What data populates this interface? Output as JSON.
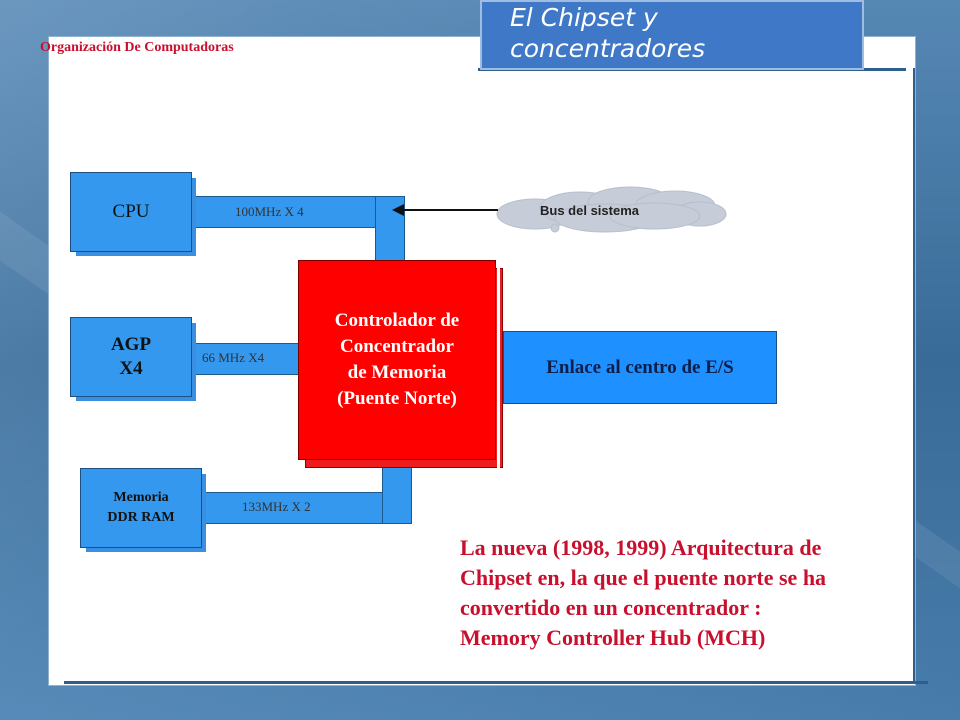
{
  "header": {
    "course": "Organización De Computadoras",
    "title": "El Chipset y\nconcentradores"
  },
  "diagram": {
    "cpu": "CPU",
    "agp": "AGP\nX4",
    "memory": "Memoria\nDDR RAM",
    "mch": "Controlador de\nConcentrador\nde Memoria\n(Puente Norte)",
    "io_link": "Enlace al centro de E/S",
    "system_bus": "Bus del sistema",
    "bus_cpu": "100MHz X 4",
    "bus_agp": "66 MHz X4",
    "bus_memory": "133MHz X 2"
  },
  "description": "La nueva (1998, 1999) Arquitectura de\nChipset  en, la que el puente norte se ha\nconvertido en un concentrador :\nMemory Controller Hub (MCH)",
  "colors": {
    "accent_red": "#ff0000",
    "box_blue": "#3398ee",
    "title_blue": "#3f78c6",
    "text_red": "#c8102e"
  }
}
